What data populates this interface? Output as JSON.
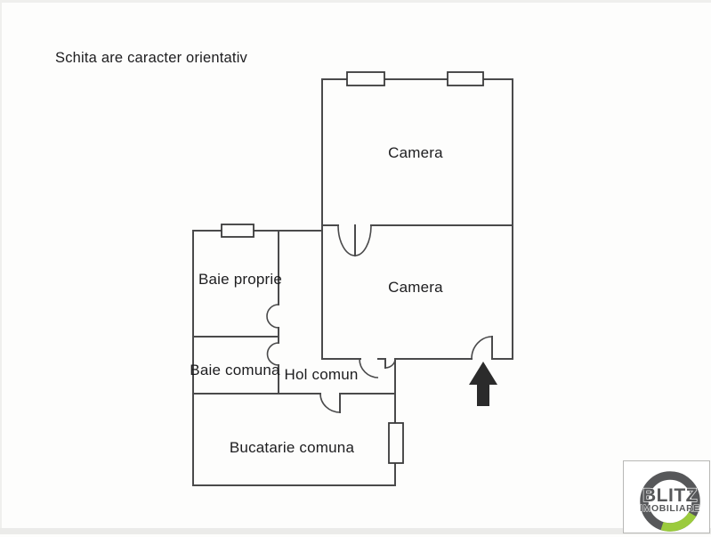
{
  "note": "Schita are caracter orientativ",
  "rooms": {
    "camera_top": {
      "label": "Camera"
    },
    "camera_middle": {
      "label": "Camera"
    },
    "baie_proprie": {
      "label": "Baie proprie"
    },
    "baie_comuna": {
      "label": "Baie comuna"
    },
    "hol_comun": {
      "label": "Hol comun"
    },
    "bucatarie_comuna": {
      "label": "Bucatarie comuna"
    }
  },
  "logo": {
    "brand": "BLITZ",
    "subtitle": "IMOBILIARE",
    "accent_green": "#9bcb3d",
    "brand_gray": "#57585a"
  },
  "colors": {
    "wall": "#4a4a4b",
    "window_frame": "#3a3a3b",
    "text": "#1d1d1f",
    "arrow": "#2b2b2b",
    "background": "#fdfdfc"
  }
}
